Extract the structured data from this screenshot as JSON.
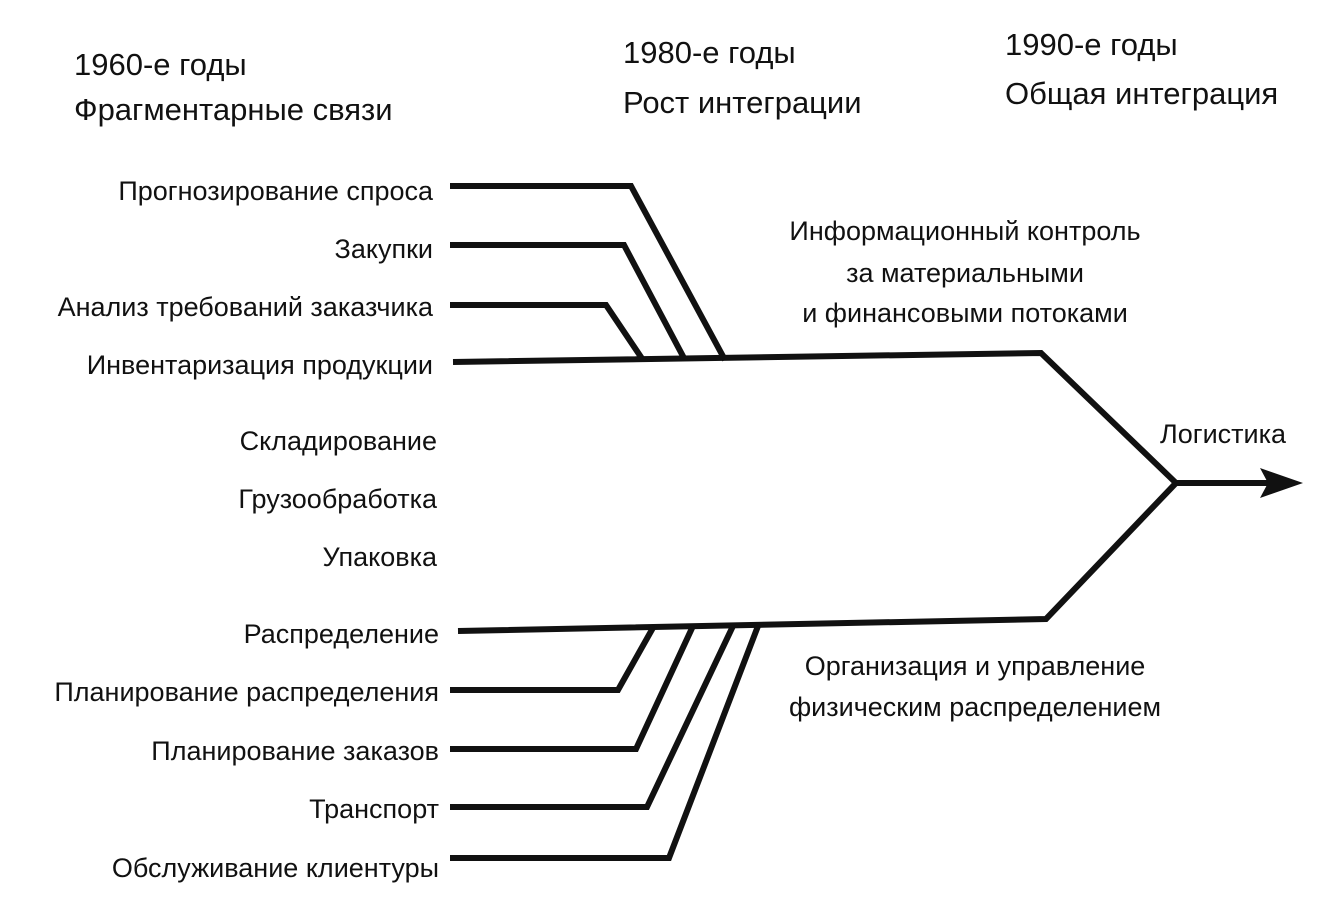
{
  "eras": [
    {
      "period": "1960-е годы",
      "stage": "Фрагментарные связи"
    },
    {
      "period": "1980-е годы",
      "stage": "Рост интеграции"
    },
    {
      "period": "1990-е годы",
      "stage": "Общая интеграция"
    }
  ],
  "upper_functions": [
    "Прогнозирование спроса",
    "Закупки",
    "Анализ требований заказчика",
    "Инвентаризация продукции"
  ],
  "middle_functions": [
    "Складирование",
    "Грузообработка",
    "Упаковка"
  ],
  "lower_functions": [
    "Распределение",
    "Планирование распределения",
    "Планирование заказов",
    "Транспорт",
    "Обслуживание клиентуры"
  ],
  "upper_branch_label": [
    "Информационный контроль",
    "за материальными",
    "и финансовыми потоками"
  ],
  "lower_branch_label": [
    "Организация и управление",
    "физическим распределением"
  ],
  "result_label": "Логистика",
  "colors": {
    "line": "#111111",
    "text": "#111111",
    "background": "#ffffff"
  }
}
